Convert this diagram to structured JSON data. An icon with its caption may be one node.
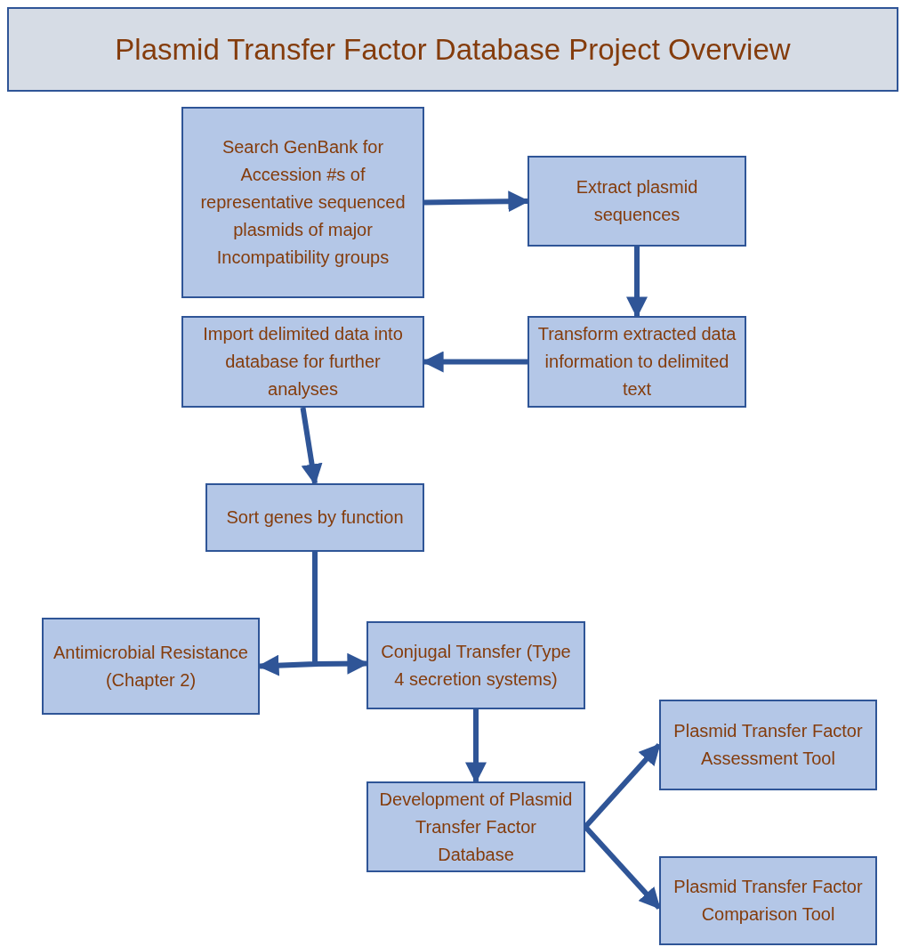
{
  "diagram": {
    "title": "Plasmid Transfer Factor Database Project Overview",
    "nodes": [
      {
        "text": [
          "Search GenBank for Accession #s of representative sequenced plasmids of major Incompatibility groups"
        ]
      },
      {
        "text": [
          "Extract plasmid sequences"
        ]
      },
      {
        "text": [
          "Transform extracted data information to delimited text"
        ]
      },
      {
        "text": [
          "Import delimited data into database for further analyses"
        ]
      },
      {
        "text": [
          "Sort genes by function"
        ]
      },
      {
        "text": [
          "Antimicrobial Resistance (Chapter 2)"
        ]
      },
      {
        "text": [
          "Conjugal Transfer (Type 4 secretion systems)"
        ]
      },
      {
        "text": [
          "Development of Plasmid Transfer Factor Database"
        ]
      },
      {
        "text": [
          "Plasmid Transfer Factor Assessment Tool"
        ]
      },
      {
        "text": [
          "Plasmid Transfer Factor Comparison Tool"
        ]
      }
    ],
    "edges": [
      {
        "from": 0,
        "to": 1,
        "arrow": "to"
      },
      {
        "from": 1,
        "to": 2,
        "arrow": "to"
      },
      {
        "from": 2,
        "to": 3,
        "arrow": "to"
      },
      {
        "from": 3,
        "to": 4,
        "arrow": "to"
      },
      {
        "from": 4,
        "to": 5,
        "arrow": "to"
      },
      {
        "from": 4,
        "to": 6,
        "arrow": "to"
      },
      {
        "from": 6,
        "to": 7,
        "arrow": "to"
      },
      {
        "from": 7,
        "to": 8,
        "arrow": "to"
      },
      {
        "from": 7,
        "to": 9,
        "arrow": "to"
      }
    ]
  }
}
